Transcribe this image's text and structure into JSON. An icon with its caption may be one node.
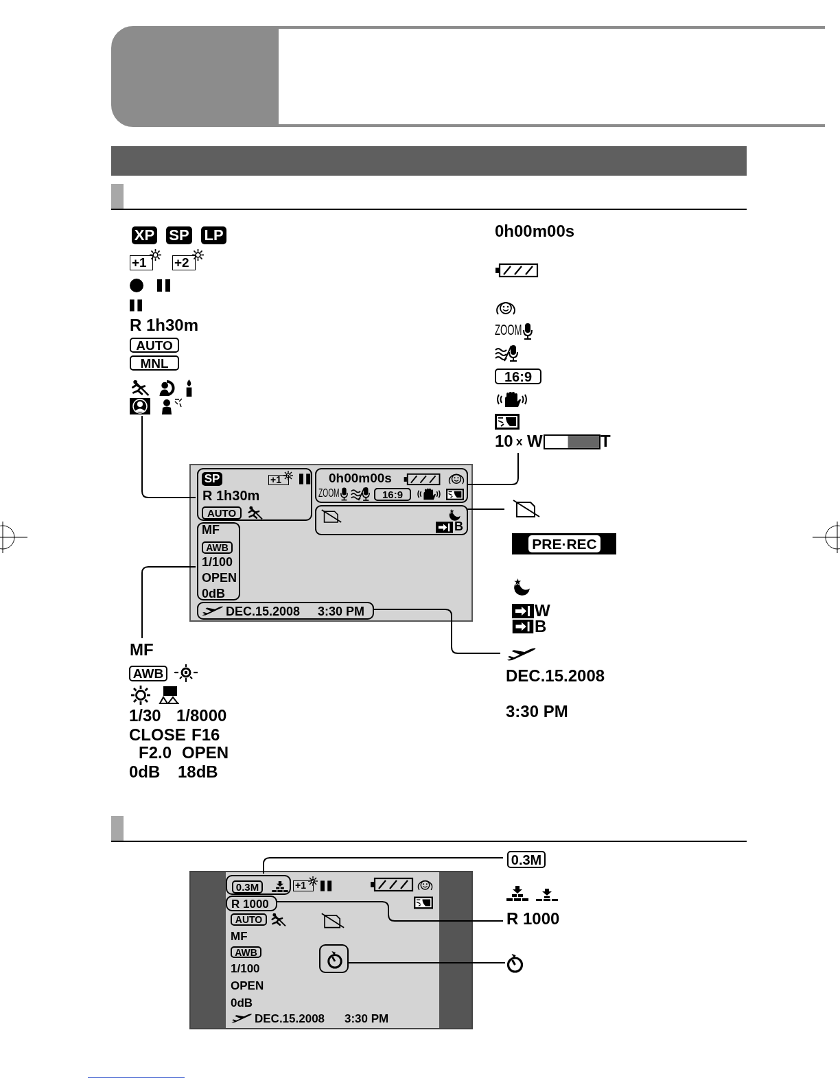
{
  "diagram": {
    "nodes": [
      {
        "text": [
          "XP",
          "SP",
          "LP",
          "+1",
          "+2",
          "R 1h30m",
          "AUTO",
          "MNL"
        ]
      },
      {
        "text": [
          "0h00m00s",
          "ZOOM",
          "16:9",
          "10",
          "x",
          "W",
          "T"
        ]
      },
      {
        "text": [
          "PRE·REC",
          "W",
          "B"
        ]
      },
      {
        "text": [
          "DEC.15.2008",
          "3:30 PM"
        ]
      },
      {
        "text": [
          "MF",
          "AWB",
          "1/30",
          "1/8000",
          "CLOSE",
          "F16",
          "F2.0",
          "OPEN",
          "0dB",
          "18dB"
        ]
      },
      {
        "text": [],
        "shape": "box"
      },
      {
        "text": [
          "SP",
          "+1",
          "R 1h30m",
          "AUTO"
        ],
        "in": 5
      },
      {
        "text": [
          "0h00m00s",
          "ZOOM",
          "16:9"
        ],
        "in": 5
      },
      {
        "text": [
          "B"
        ],
        "in": 5
      },
      {
        "text": [
          "MF",
          "AWB",
          "1/100",
          "OPEN",
          "0dB"
        ],
        "in": 5
      },
      {
        "text": [
          "DEC.15.2008",
          "3:30 PM"
        ],
        "in": 5
      },
      {
        "text": [
          "+1",
          "AUTO",
          "MF",
          "AWB",
          "1/100",
          "OPEN",
          "0dB",
          "DEC.15.2008",
          "3:30 PM"
        ]
      },
      {
        "text": [
          "0.3M"
        ],
        "in": 11
      },
      {
        "text": [
          "R 1000"
        ],
        "in": 11
      },
      {
        "text": [],
        "shape": "box",
        "in": 11
      },
      {
        "text": [
          "0.3M"
        ]
      },
      {
        "text": [
          "R 1000"
        ]
      },
      {
        "text": [],
        "shape": "picture"
      },
      {
        "text": [],
        "shape": "box"
      },
      {
        "text": [],
        "shape": "box"
      }
    ],
    "edges": [
      {
        "from": 6,
        "to": 0,
        "arrow": "none"
      },
      {
        "from": 7,
        "to": 1,
        "arrow": "none"
      },
      {
        "from": 8,
        "to": 2,
        "arrow": "none"
      },
      {
        "from": 9,
        "to": 4,
        "arrow": "none"
      },
      {
        "from": 10,
        "to": 3,
        "arrow": "none"
      },
      {
        "from": 12,
        "to": 15,
        "arrow": "none"
      },
      {
        "from": 13,
        "to": 16,
        "arrow": "none"
      },
      {
        "from": 14,
        "to": 17,
        "arrow": "none"
      }
    ]
  }
}
